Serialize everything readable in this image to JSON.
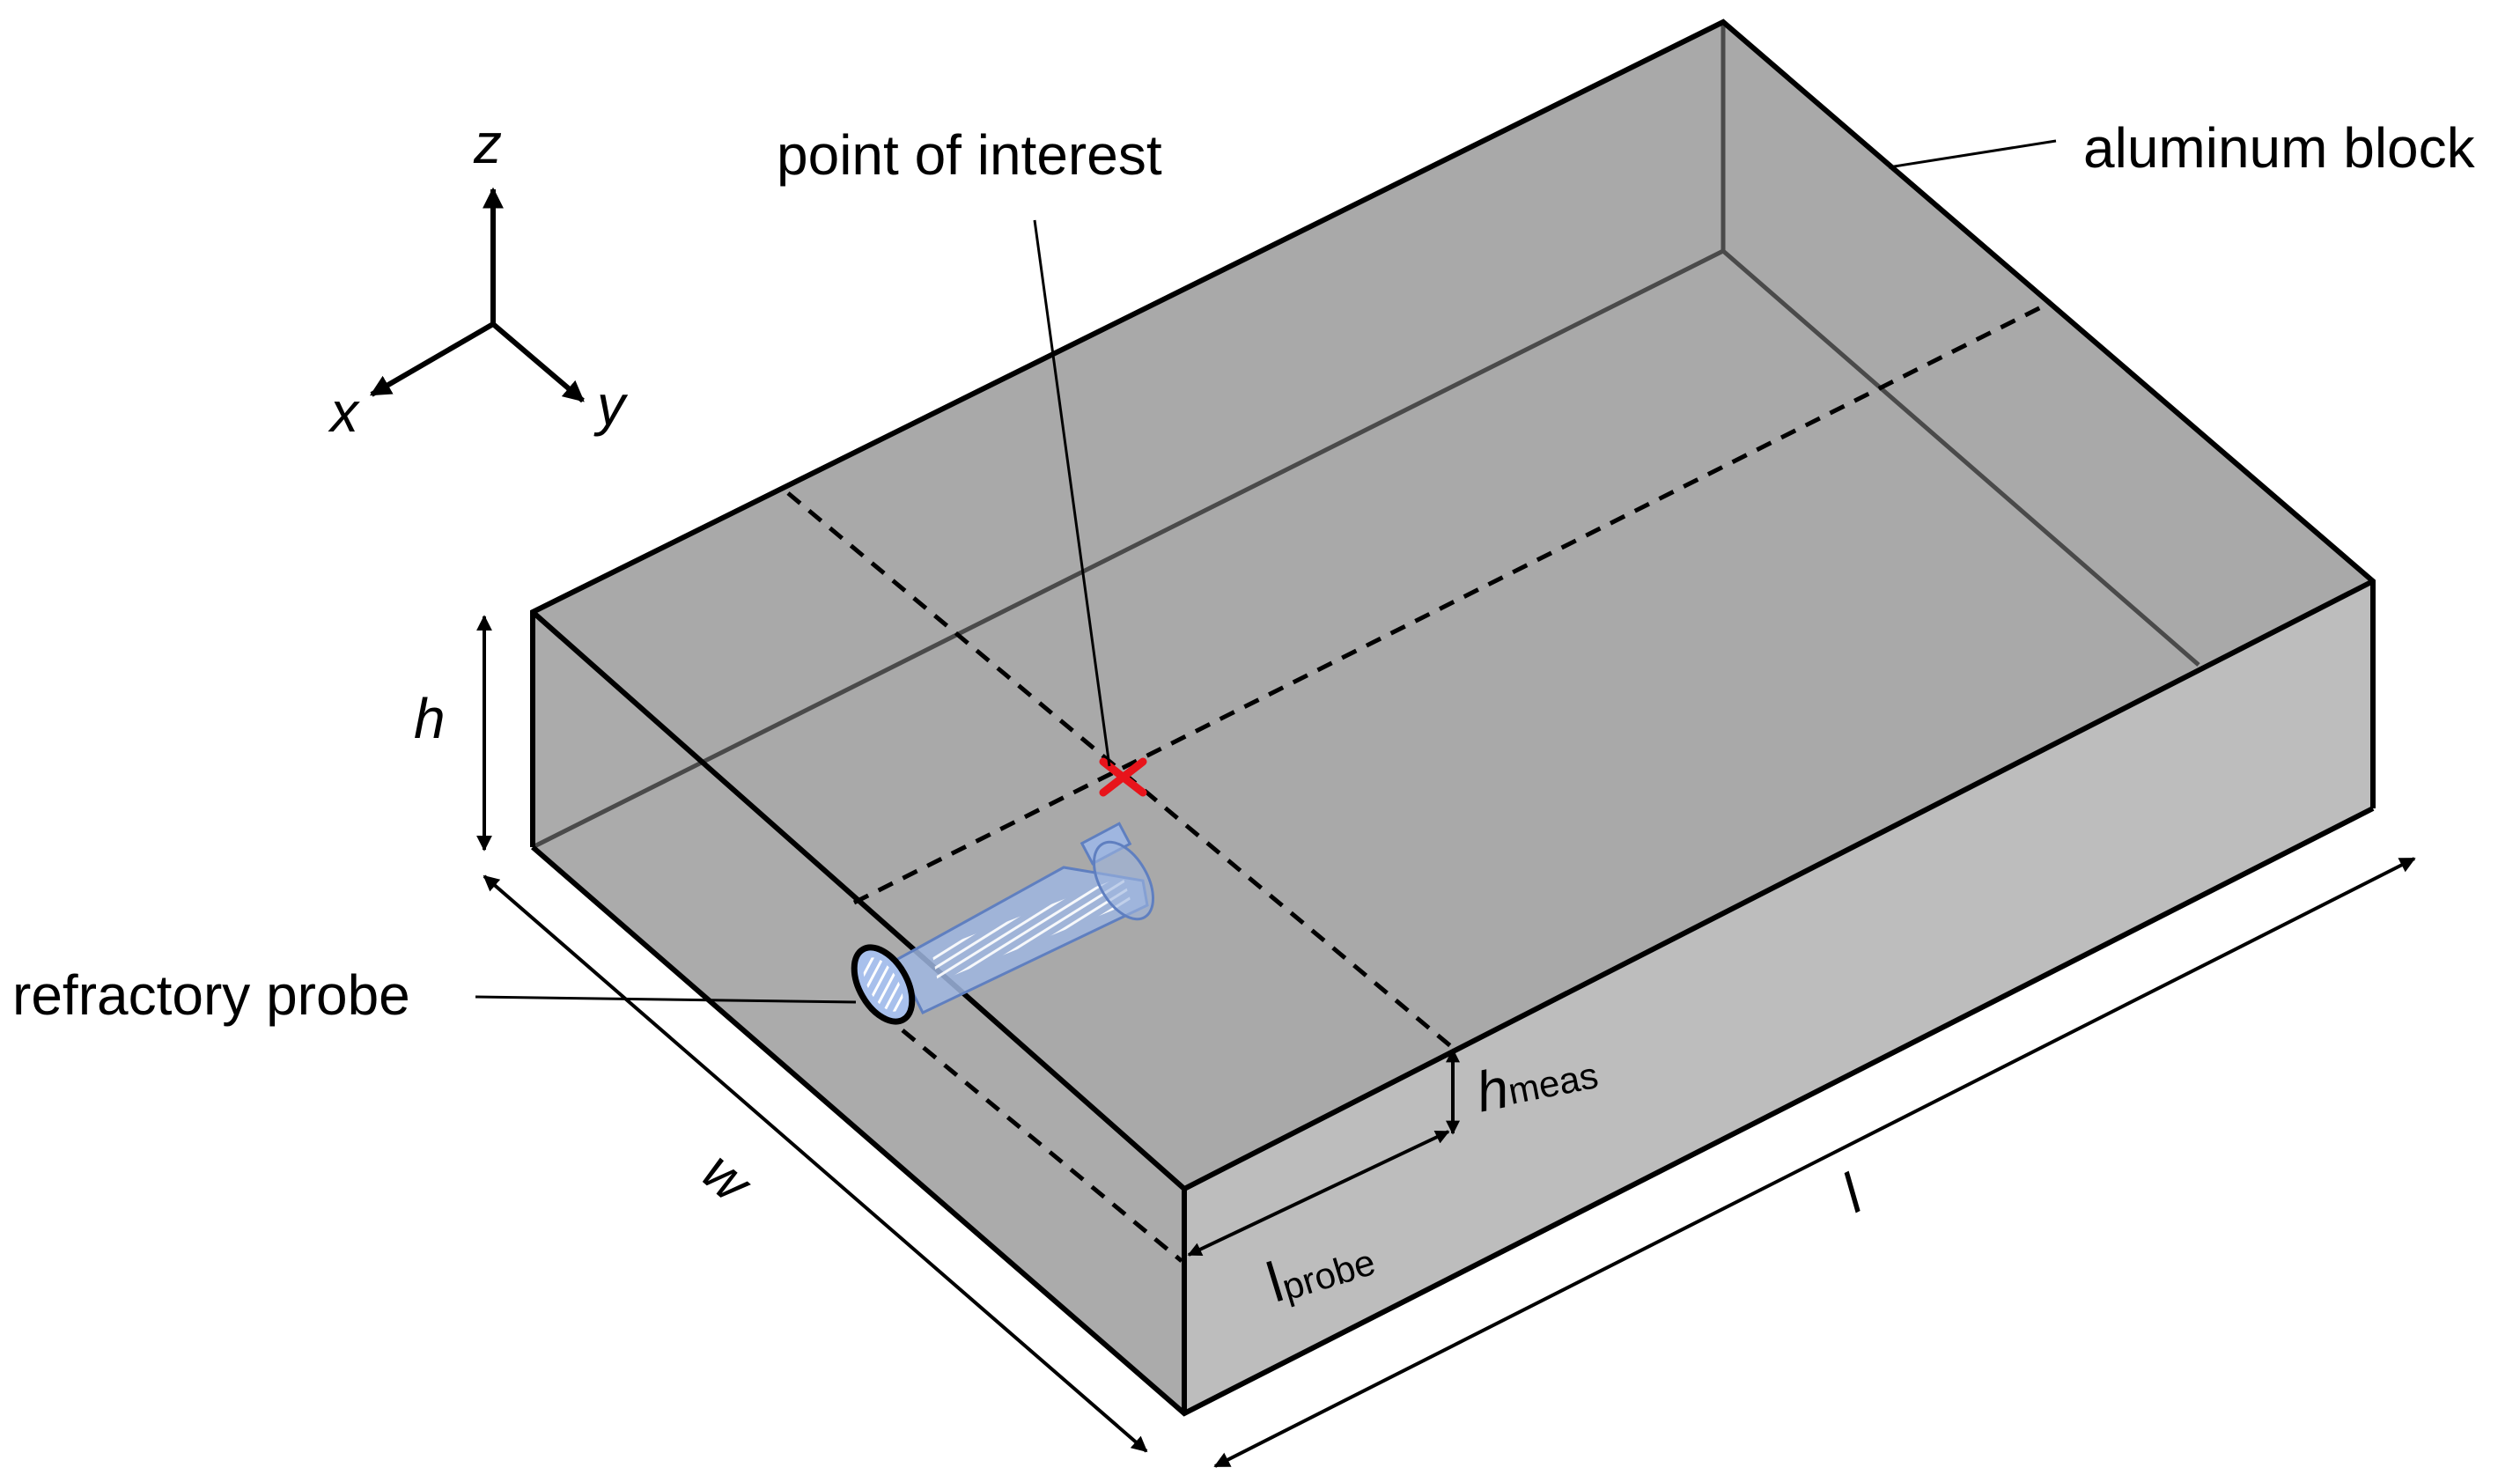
{
  "axes": {
    "z": "z",
    "x": "x",
    "y": "y"
  },
  "labels": {
    "point_of_interest": "point of interest",
    "aluminum_block": "aluminum block",
    "refractory_probe": "refractory probe"
  },
  "dimensions": {
    "h": "h",
    "w": "w",
    "l": "l",
    "h_meas": {
      "main": "h",
      "sub": "meas"
    },
    "l_probe": {
      "main": "l",
      "sub": "probe"
    }
  },
  "colors": {
    "block_top": "#a9a9a9",
    "block_front": "#bcbcbc",
    "block_left": "#acacac",
    "edge": "#000000",
    "inner_edge": "#4a4a4a",
    "probe": "#9fb6e0",
    "probe_edge": "#2b4a9a",
    "marker": "#e8141b"
  }
}
